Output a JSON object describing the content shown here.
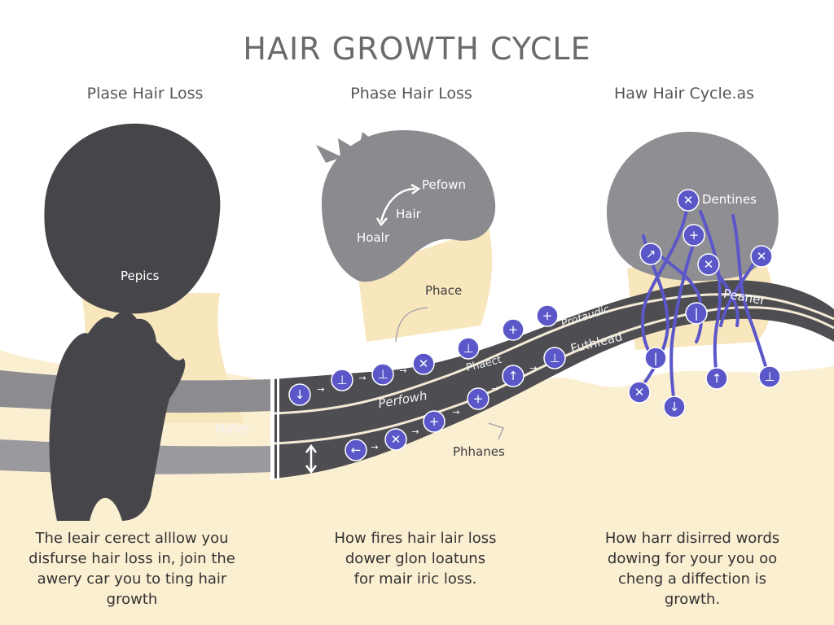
{
  "title": "HAIR GROWTH CYCLE",
  "colors": {
    "background": "#ffffff",
    "skin": "#fbefd2",
    "hair": "#8a8a8a",
    "hair_dark": "#4a4a4e",
    "band": "#4d4d52",
    "band_stripe": "#f3ead6",
    "icon": "#5b57c9",
    "text": "#333333"
  },
  "phases": [
    {
      "heading": "Plase Hair Loss",
      "labels": {
        "crown": "Pepics",
        "band": "Nater"
      },
      "caption": [
        "The Ieair cerect alllow you",
        "disfurse hair loss in, join the",
        "awery car you to ting hair",
        "growth"
      ]
    },
    {
      "heading": "Phase Hair Loss",
      "labels": {
        "perfown": "Pefown",
        "hair": "Hair",
        "hoalr": "Hoalr",
        "phace": "Phace",
        "phancs": "Phhanes"
      },
      "caption": [
        "How fires hair lair loss",
        "dower glon loatuns",
        "for mair iric loss."
      ]
    },
    {
      "heading": "Haw Hair Cycle.as",
      "labels": {
        "dentines": "Dentines",
        "peaner": "Peaner"
      },
      "caption": [
        "How harr disirred words",
        "dowing for your you oo",
        "cheng a diffection is",
        "growth."
      ]
    }
  ],
  "band_labels": {
    "perfowh": "Perfowh",
    "phaect": "Phaect",
    "protaudic": "Protaudic",
    "futhlead": "Futhlead"
  },
  "icons": [
    "arrow-down-icon",
    "up-tack-icon",
    "up-tack-icon",
    "cross-arrow-icon",
    "up-tack-icon",
    "plus-icon",
    "plus-icon",
    "arrow-left-icon",
    "cross-icon",
    "plus-icon",
    "plus-icon",
    "arrow-up-icon",
    "up-tack-icon",
    "double-arrow-icon"
  ]
}
